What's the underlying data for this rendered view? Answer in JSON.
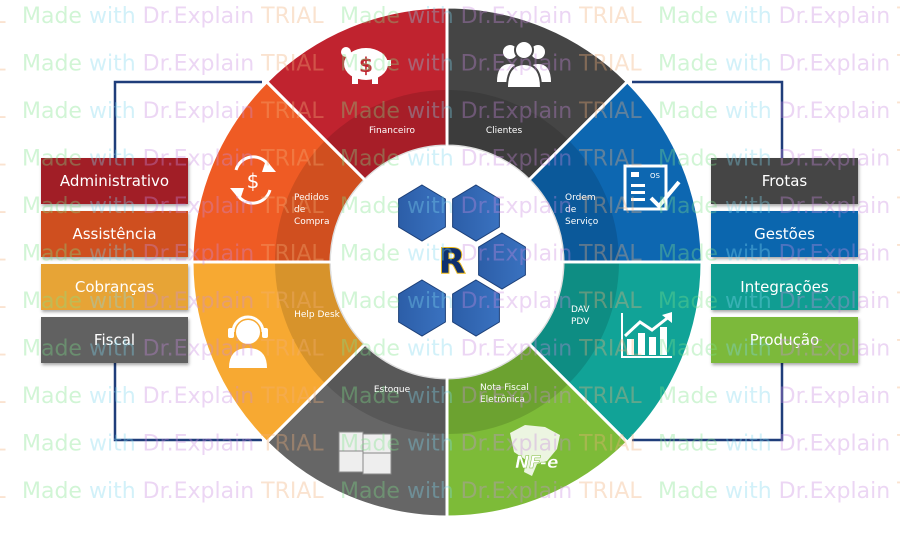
{
  "watermark": {
    "parts": [
      "Made",
      "with",
      "Dr.Explain",
      "TRIAL"
    ],
    "colors": [
      "#7de38a",
      "#7fd8f0",
      "#c98be0",
      "#f3b07a"
    ]
  },
  "segments": [
    {
      "id": "clientes",
      "lines": [
        "Clientes"
      ],
      "color": "#454545",
      "icon": "people-icon"
    },
    {
      "id": "ordem-de-servico",
      "lines": [
        "Ordem",
        "de",
        "Serviço"
      ],
      "color": "#0d67b1",
      "icon": "service-order-icon"
    },
    {
      "id": "dav-pdv",
      "lines": [
        "DAV",
        "PDV"
      ],
      "color": "#11a397",
      "icon": "growth-chart-icon"
    },
    {
      "id": "nota-fiscal",
      "lines": [
        "Nota Fiscal",
        "Eletrônica"
      ],
      "color": "#7dbb38",
      "icon": "nfe-brazil-map-icon",
      "icon_text": "NF-e"
    },
    {
      "id": "estoque",
      "lines": [
        "Estoque"
      ],
      "color": "#666666",
      "icon": "boxes-icon"
    },
    {
      "id": "help-desk",
      "lines": [
        "Help Desk"
      ],
      "color": "#f7a932",
      "icon": "headset-icon"
    },
    {
      "id": "pedidos-de-compra",
      "lines": [
        "Pedidos",
        "de",
        "Compra"
      ],
      "color": "#ef5b24",
      "icon": "money-cycle-icon"
    },
    {
      "id": "financeiro",
      "lines": [
        "Financeiro"
      ],
      "color": "#c0232f",
      "icon": "piggy-bank-icon"
    }
  ],
  "center_logo": {
    "letter": "R",
    "hex_color": "#3a72c0"
  },
  "left_boxes": [
    {
      "label": "Administrativo",
      "color": "#a11e26"
    },
    {
      "label": "Assistência",
      "color": "#cf4f1f"
    },
    {
      "label": "Cobranças",
      "color": "#e7a436"
    },
    {
      "label": "Fiscal",
      "color": "#616161"
    }
  ],
  "right_boxes": [
    {
      "label": "Frotas",
      "color": "#454545"
    },
    {
      "label": "Gestões",
      "color": "#0b66ae"
    },
    {
      "label": "Integrações",
      "color": "#109d92"
    },
    {
      "label": "Produção",
      "color": "#7cb93b"
    }
  ],
  "connector_color": "#1f3d7a"
}
